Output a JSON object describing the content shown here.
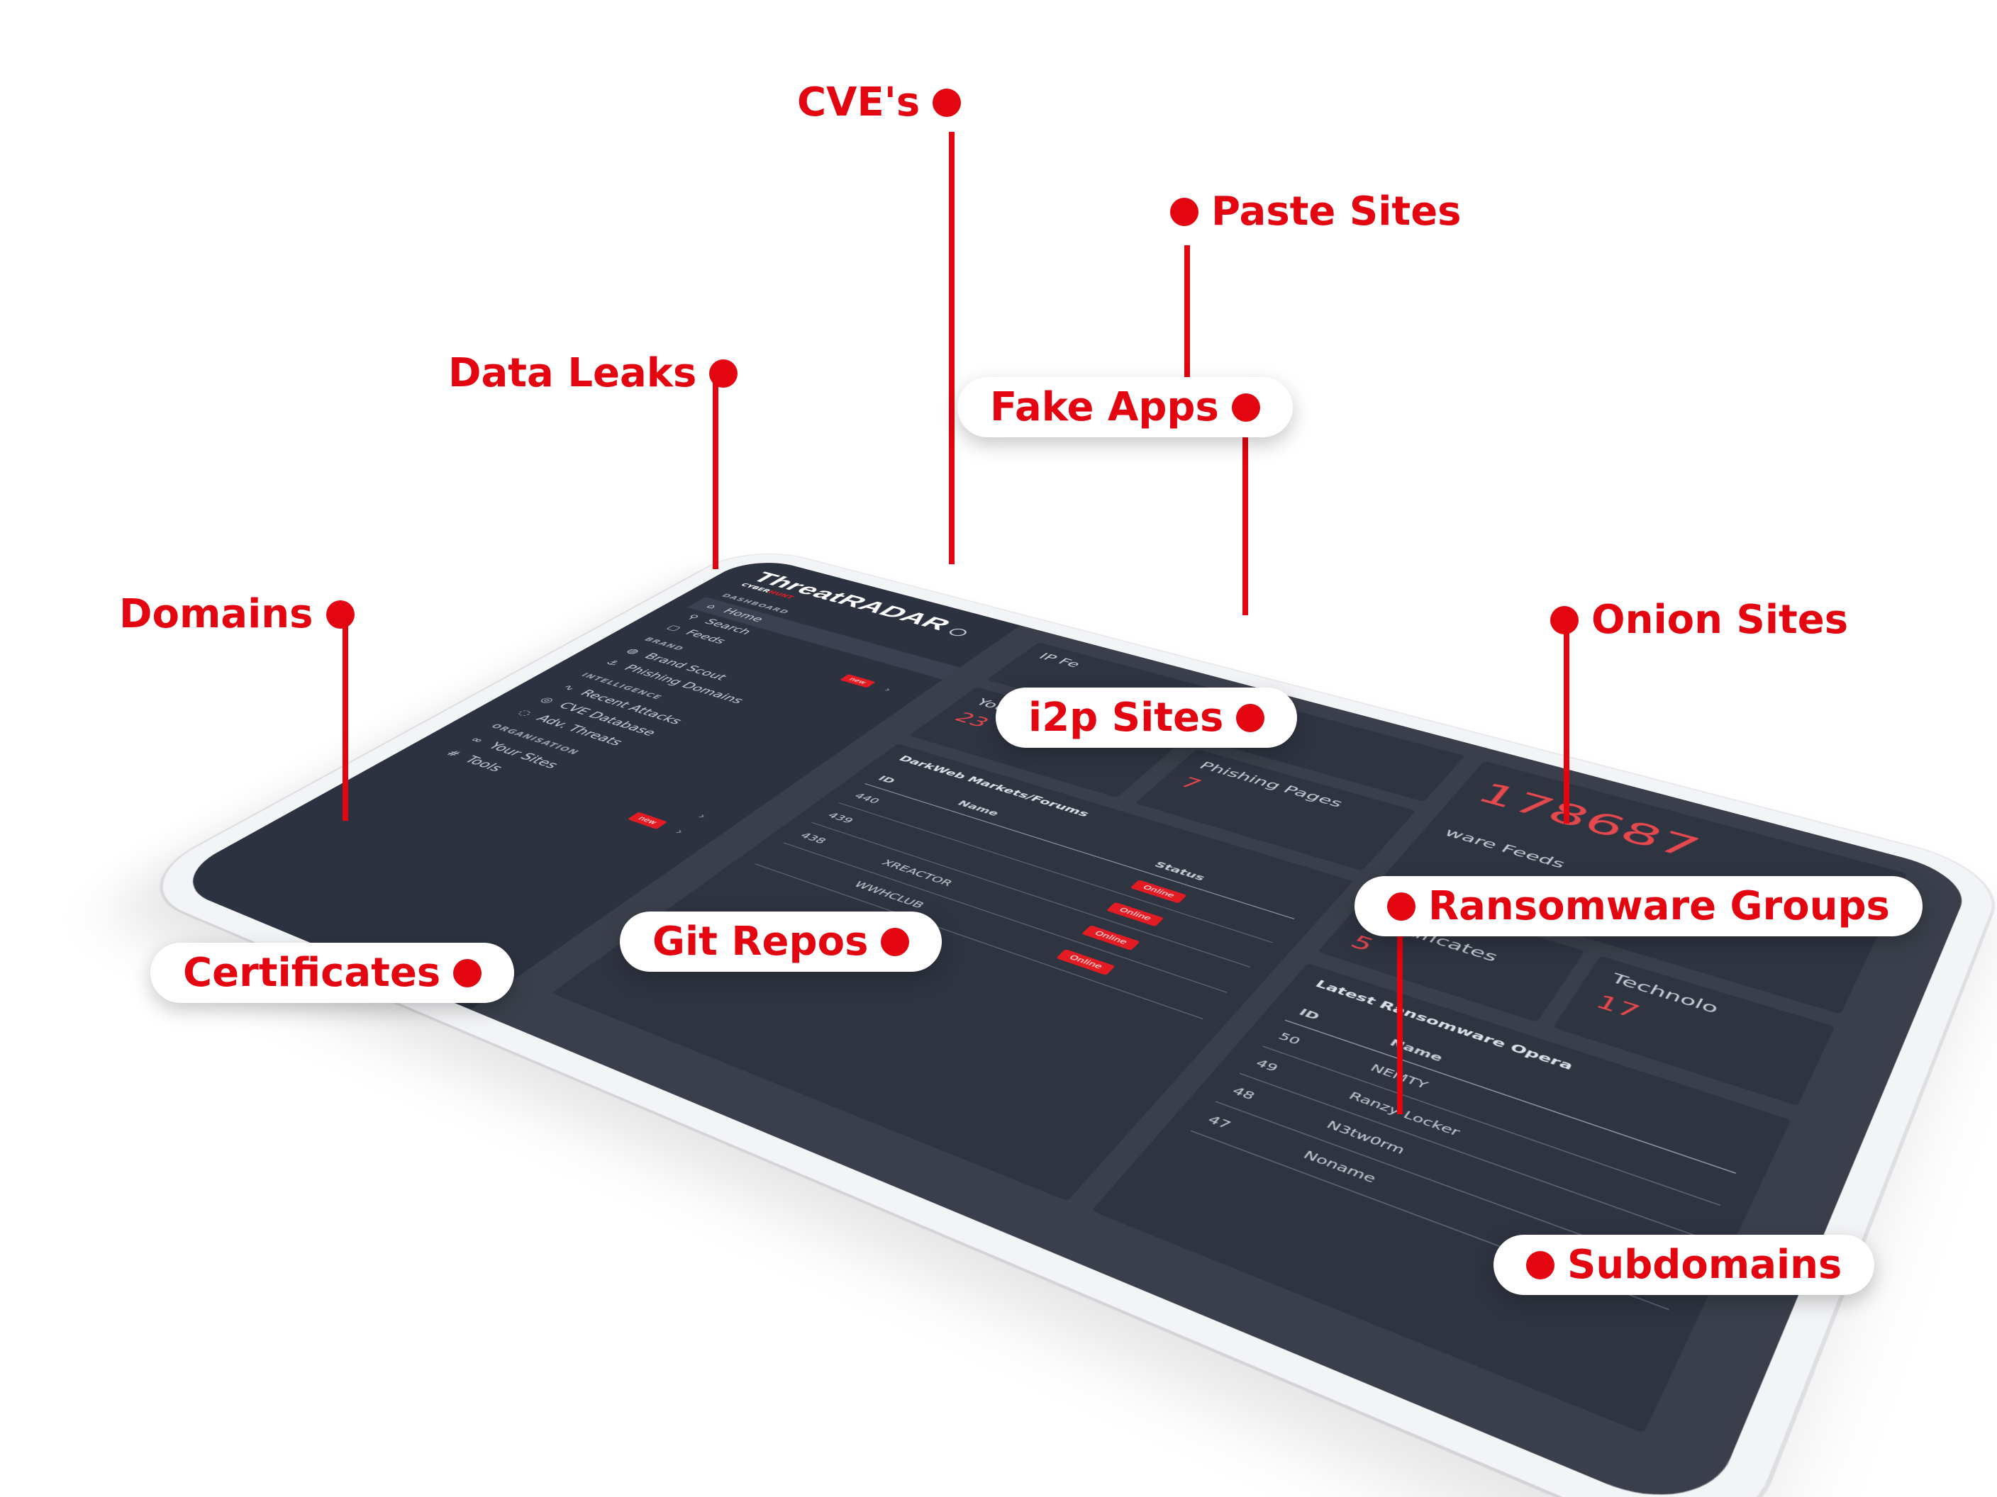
{
  "sidebar": {
    "brand_name": "ThreatRADAR",
    "brand_sub_1": "CYBER",
    "brand_sub_2": "HUNT",
    "sections": {
      "dashboard": "DASHBOARD",
      "brand": "BRAND",
      "intelligence": "INTELLIGENCE",
      "organisation": "ORGANISATION"
    },
    "items": {
      "home": "Home",
      "search": "Search",
      "feeds": "Feeds",
      "brand_scout": "Brand Scout",
      "phishing_domains": "Phishing Domains",
      "recent_attacks": "Recent Attacks",
      "cve_database": "CVE Database",
      "adv_threats": "Adv. Threats",
      "your_sites": "Your Sites",
      "tools": "Tools"
    },
    "new_badge": "new"
  },
  "cards": {
    "ip_feeds": {
      "title": "IP Fe",
      "value": "178687"
    },
    "your_assets": {
      "title": "Your Assets",
      "value": "23"
    },
    "phishing_pages": {
      "title": "Phishing Pages",
      "value": "7"
    },
    "ransomware_feeds": {
      "title": "ware Feeds"
    },
    "ssl_certificates": {
      "title": "SSL Certificates",
      "value": "5"
    },
    "technologies": {
      "title": "Technolo",
      "value": "17"
    }
  },
  "darkweb_table": {
    "title": "DarkWeb Markets/Forums",
    "columns": [
      "ID",
      "Name",
      "Status"
    ],
    "rows": [
      {
        "id": "440",
        "name": "",
        "status": "Online"
      },
      {
        "id": "439",
        "name": "",
        "status": "Online"
      },
      {
        "id": "438",
        "name": "XREACTOR",
        "status": "Online"
      },
      {
        "id": "",
        "name": "WWHCLUB",
        "status": "Online"
      }
    ]
  },
  "ransomware_table": {
    "title": "Latest Ransomware Opera",
    "columns": [
      "ID",
      "Name"
    ],
    "rows": [
      {
        "id": "50",
        "name": "NEMTY"
      },
      {
        "id": "49",
        "name": "Ranzy Locker"
      },
      {
        "id": "48",
        "name": "N3tw0rm"
      },
      {
        "id": "47",
        "name": "Noname"
      }
    ]
  },
  "callouts": {
    "cves": "CVE's",
    "paste_sites": "Paste Sites",
    "data_leaks": "Data Leaks",
    "fake_apps": "Fake Apps",
    "domains": "Domains",
    "onion_sites": "Onion Sites",
    "i2p_sites": "i2p Sites",
    "ransomware_groups": "Ransomware Groups",
    "git_repos": "Git Repos",
    "certificates": "Certificates",
    "subdomains": "Subdomains"
  },
  "colors": {
    "accent_red": "#e3050f",
    "screen_bg": "#3a3f4b",
    "sidebar_bg": "#2d3240",
    "device_frame": "#f3f4f6"
  }
}
